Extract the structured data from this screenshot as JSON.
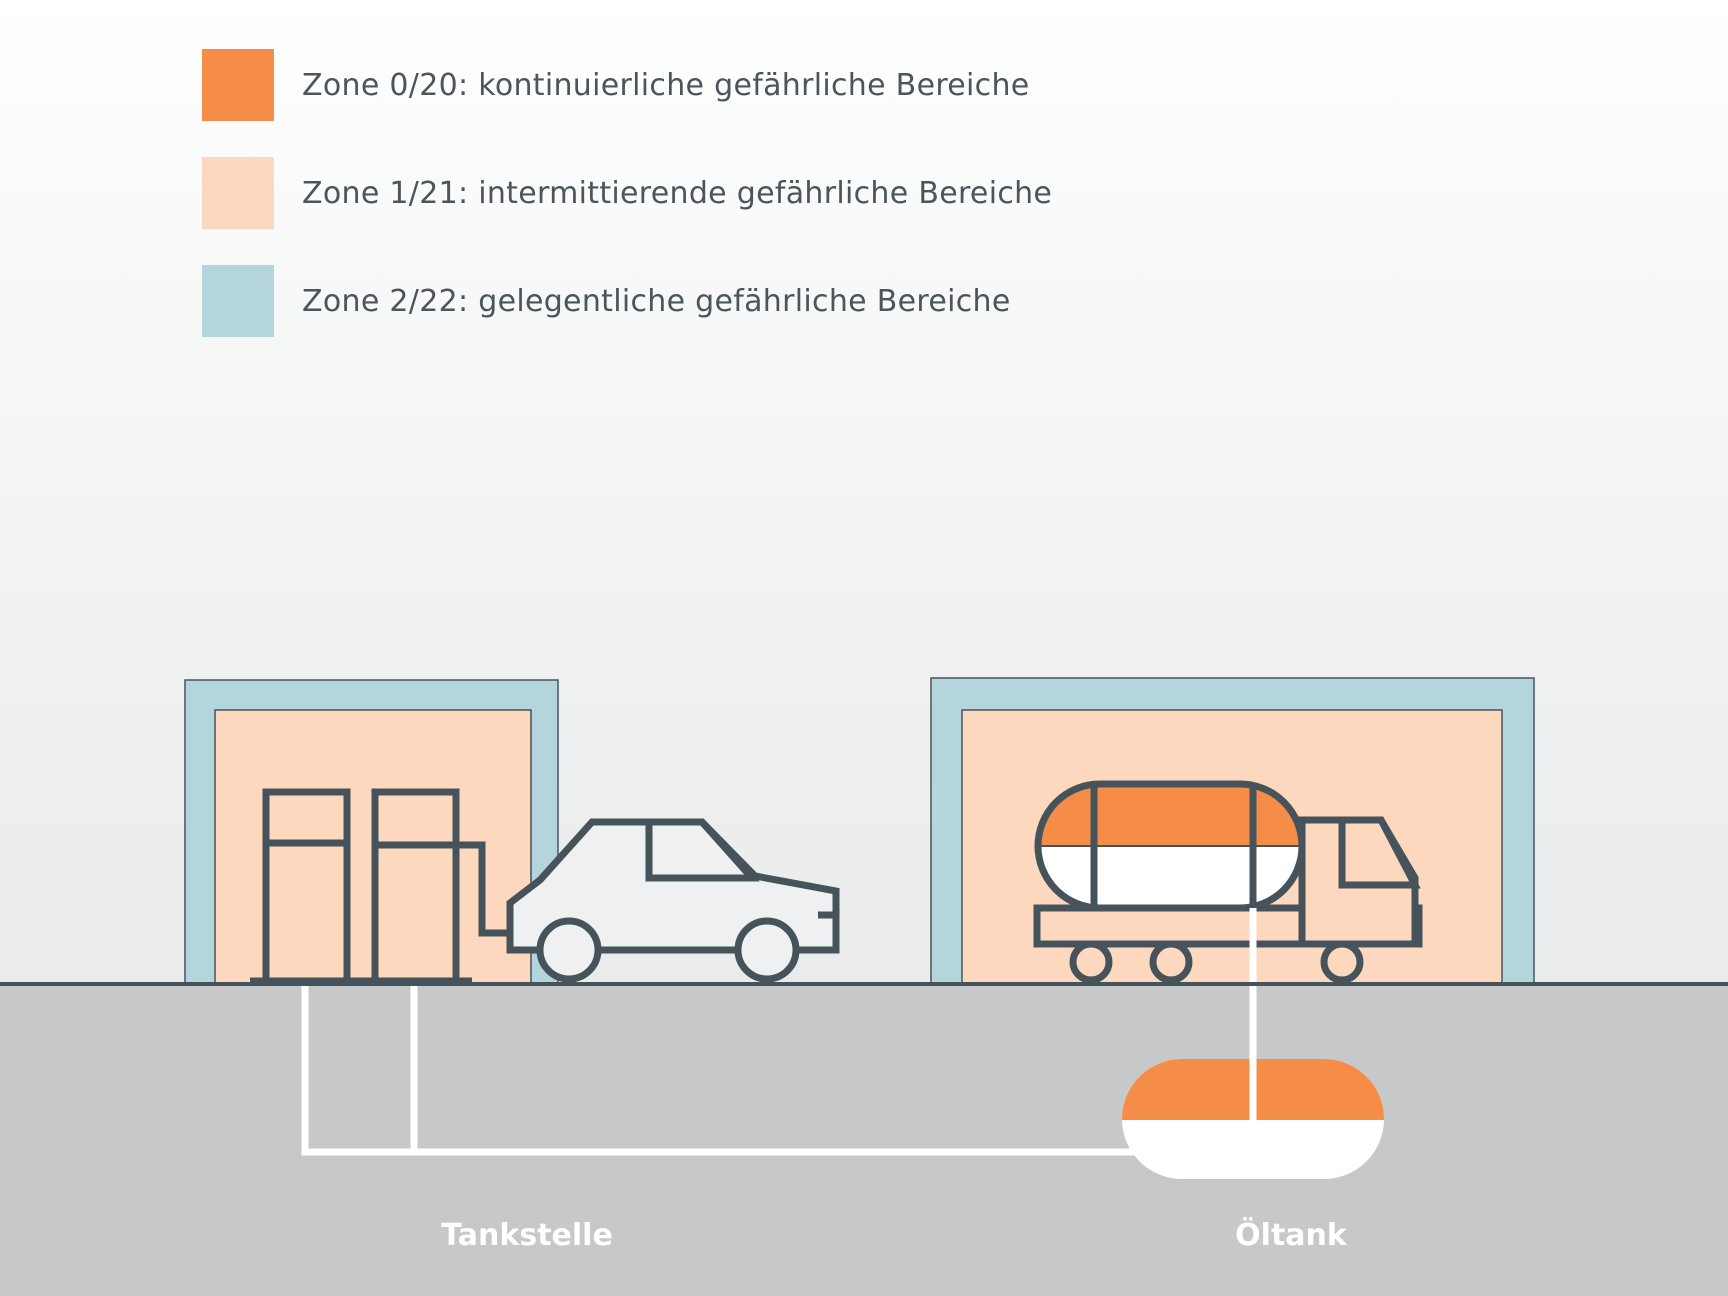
{
  "legend": {
    "items": [
      {
        "label": "Zone 0/20: kontinuierliche gefährliche Bereiche",
        "color": "#f58c47"
      },
      {
        "label": "Zone 1/21: intermittierende gefährliche Bereiche",
        "color": "#fcd8bf"
      },
      {
        "label": "Zone 2/22: gelegentliche gefährliche Bereiche",
        "color": "#b5d5dd"
      }
    ]
  },
  "captions": {
    "left": "Tankstelle",
    "right": "Öltank"
  },
  "colors": {
    "zone0": "#f58c47",
    "zone1": "#fcd8bf",
    "zone2": "#b5d5dd",
    "ground": "#c6c8ca",
    "outline": "#47535a",
    "pipe": "#ffffff"
  }
}
